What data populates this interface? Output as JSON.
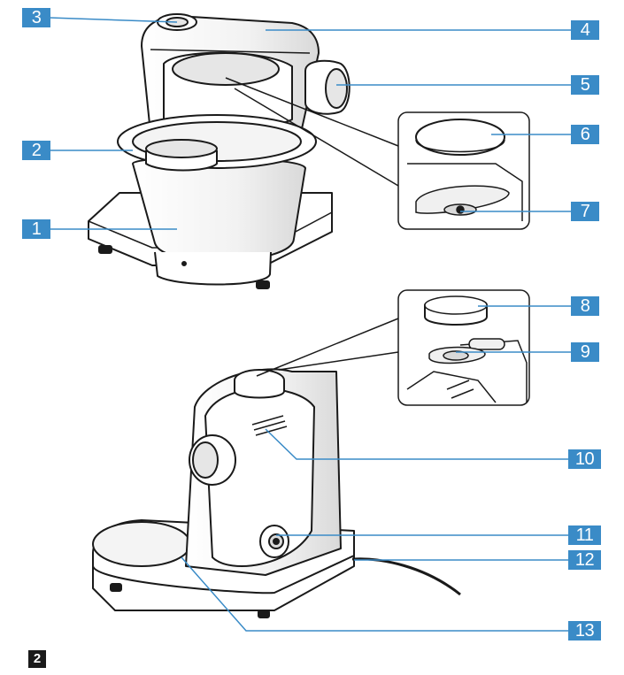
{
  "callouts": {
    "c1": "1",
    "c2": "2",
    "c3": "3",
    "c4": "4",
    "c5": "5",
    "c6": "6",
    "c7": "7",
    "c8": "8",
    "c9": "9",
    "c10": "10",
    "c11": "11",
    "c12": "12",
    "c13": "13"
  },
  "figure_number": "2",
  "colors": {
    "callout_fill": "#3a8bc7",
    "leader_line": "#3a8bc7",
    "outline": "#1a1a1a",
    "appliance_fill": "#ffffff",
    "shade": "#e6e6e6"
  }
}
